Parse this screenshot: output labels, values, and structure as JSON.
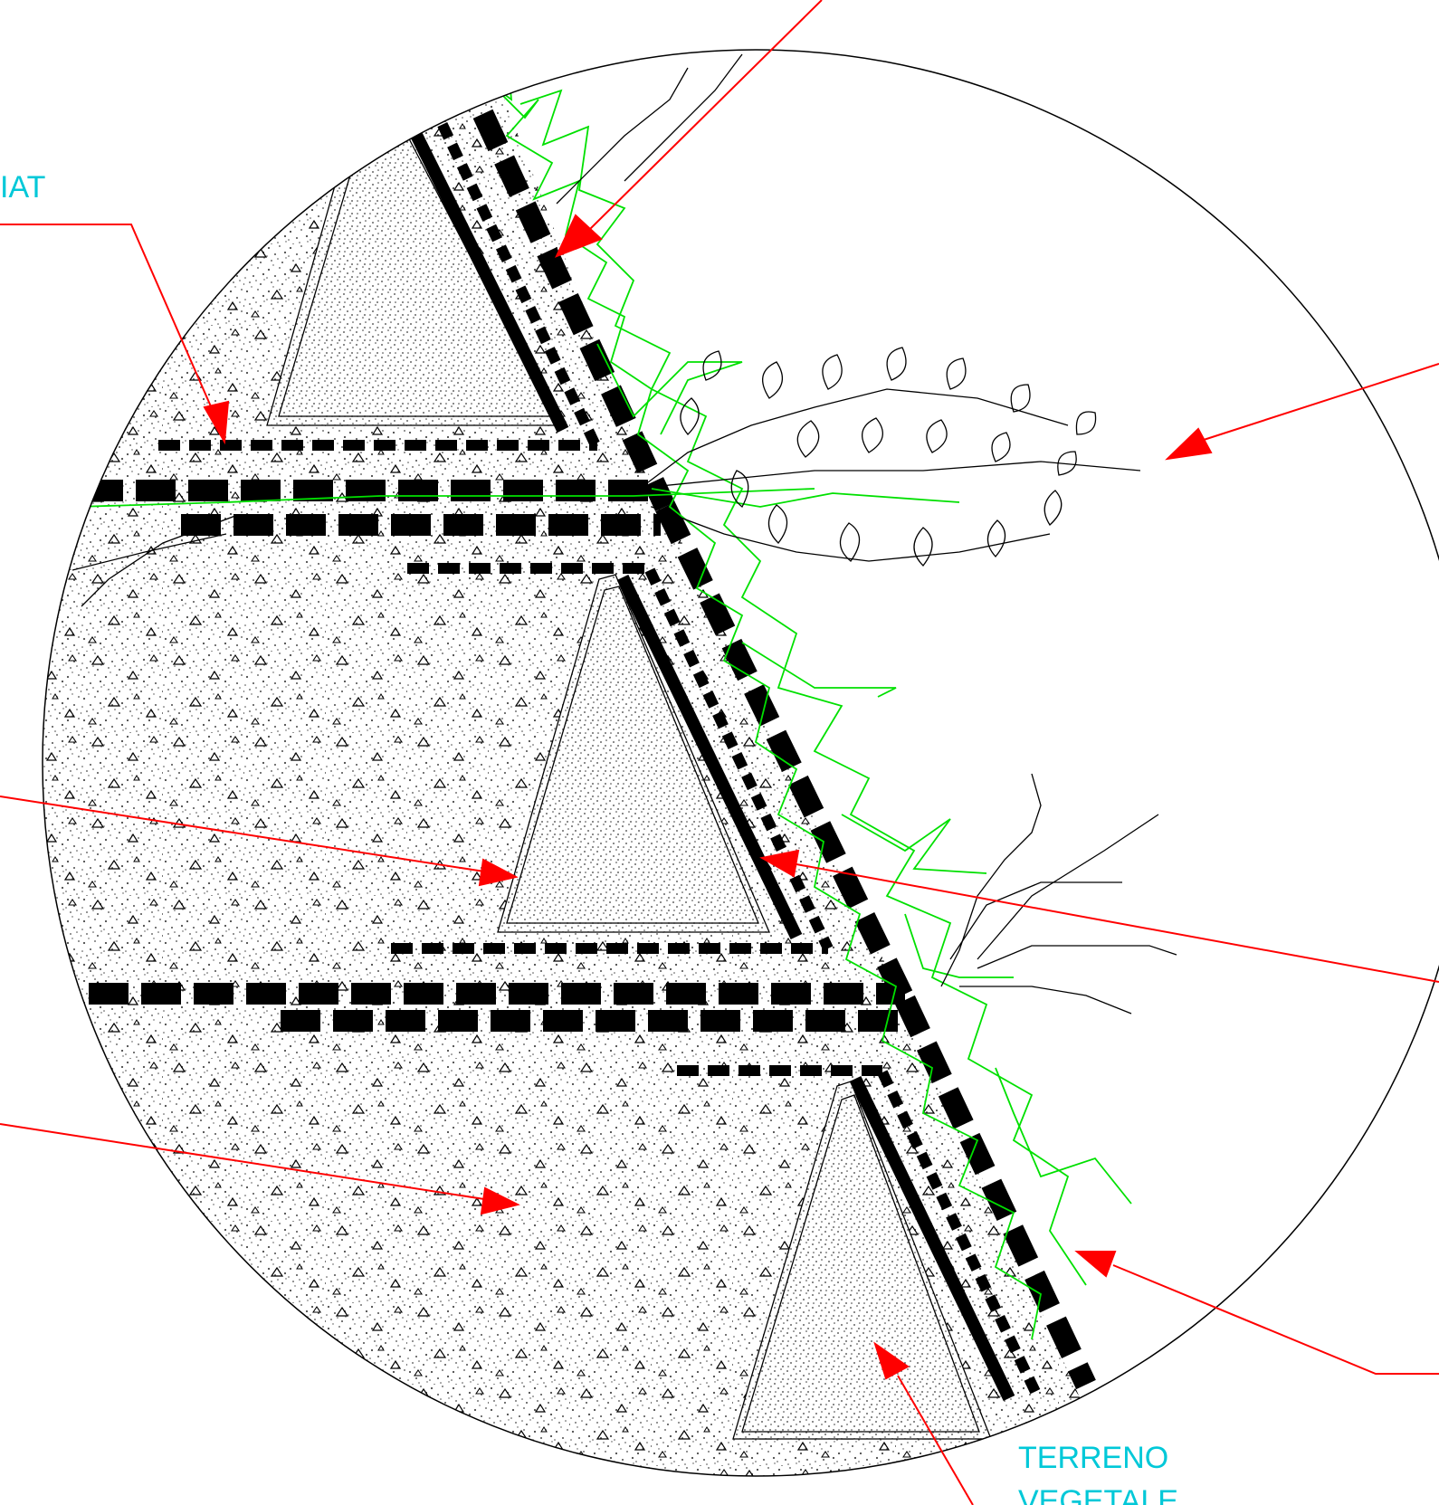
{
  "colors": {
    "background": "#ffffff",
    "linework": "#000000",
    "leader": "#ff0000",
    "label_text": "#00c8d8",
    "vegetation": "#00e000",
    "fill_dots": "#4a4a4a"
  },
  "labels": {
    "top_left_fragment": "IAT",
    "terreno_line1": "TERRENO",
    "terreno_line2": "VEGETALE"
  }
}
